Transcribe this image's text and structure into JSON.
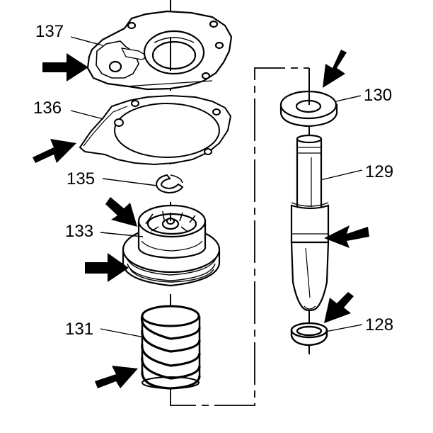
{
  "diagram": {
    "callouts": {
      "c137": "137",
      "c136": "136",
      "c135": "135",
      "c133": "133",
      "c131": "131",
      "c130": "130",
      "c129": "129",
      "c128": "128"
    },
    "colors": {
      "line": "#000000",
      "background": "#ffffff"
    }
  }
}
